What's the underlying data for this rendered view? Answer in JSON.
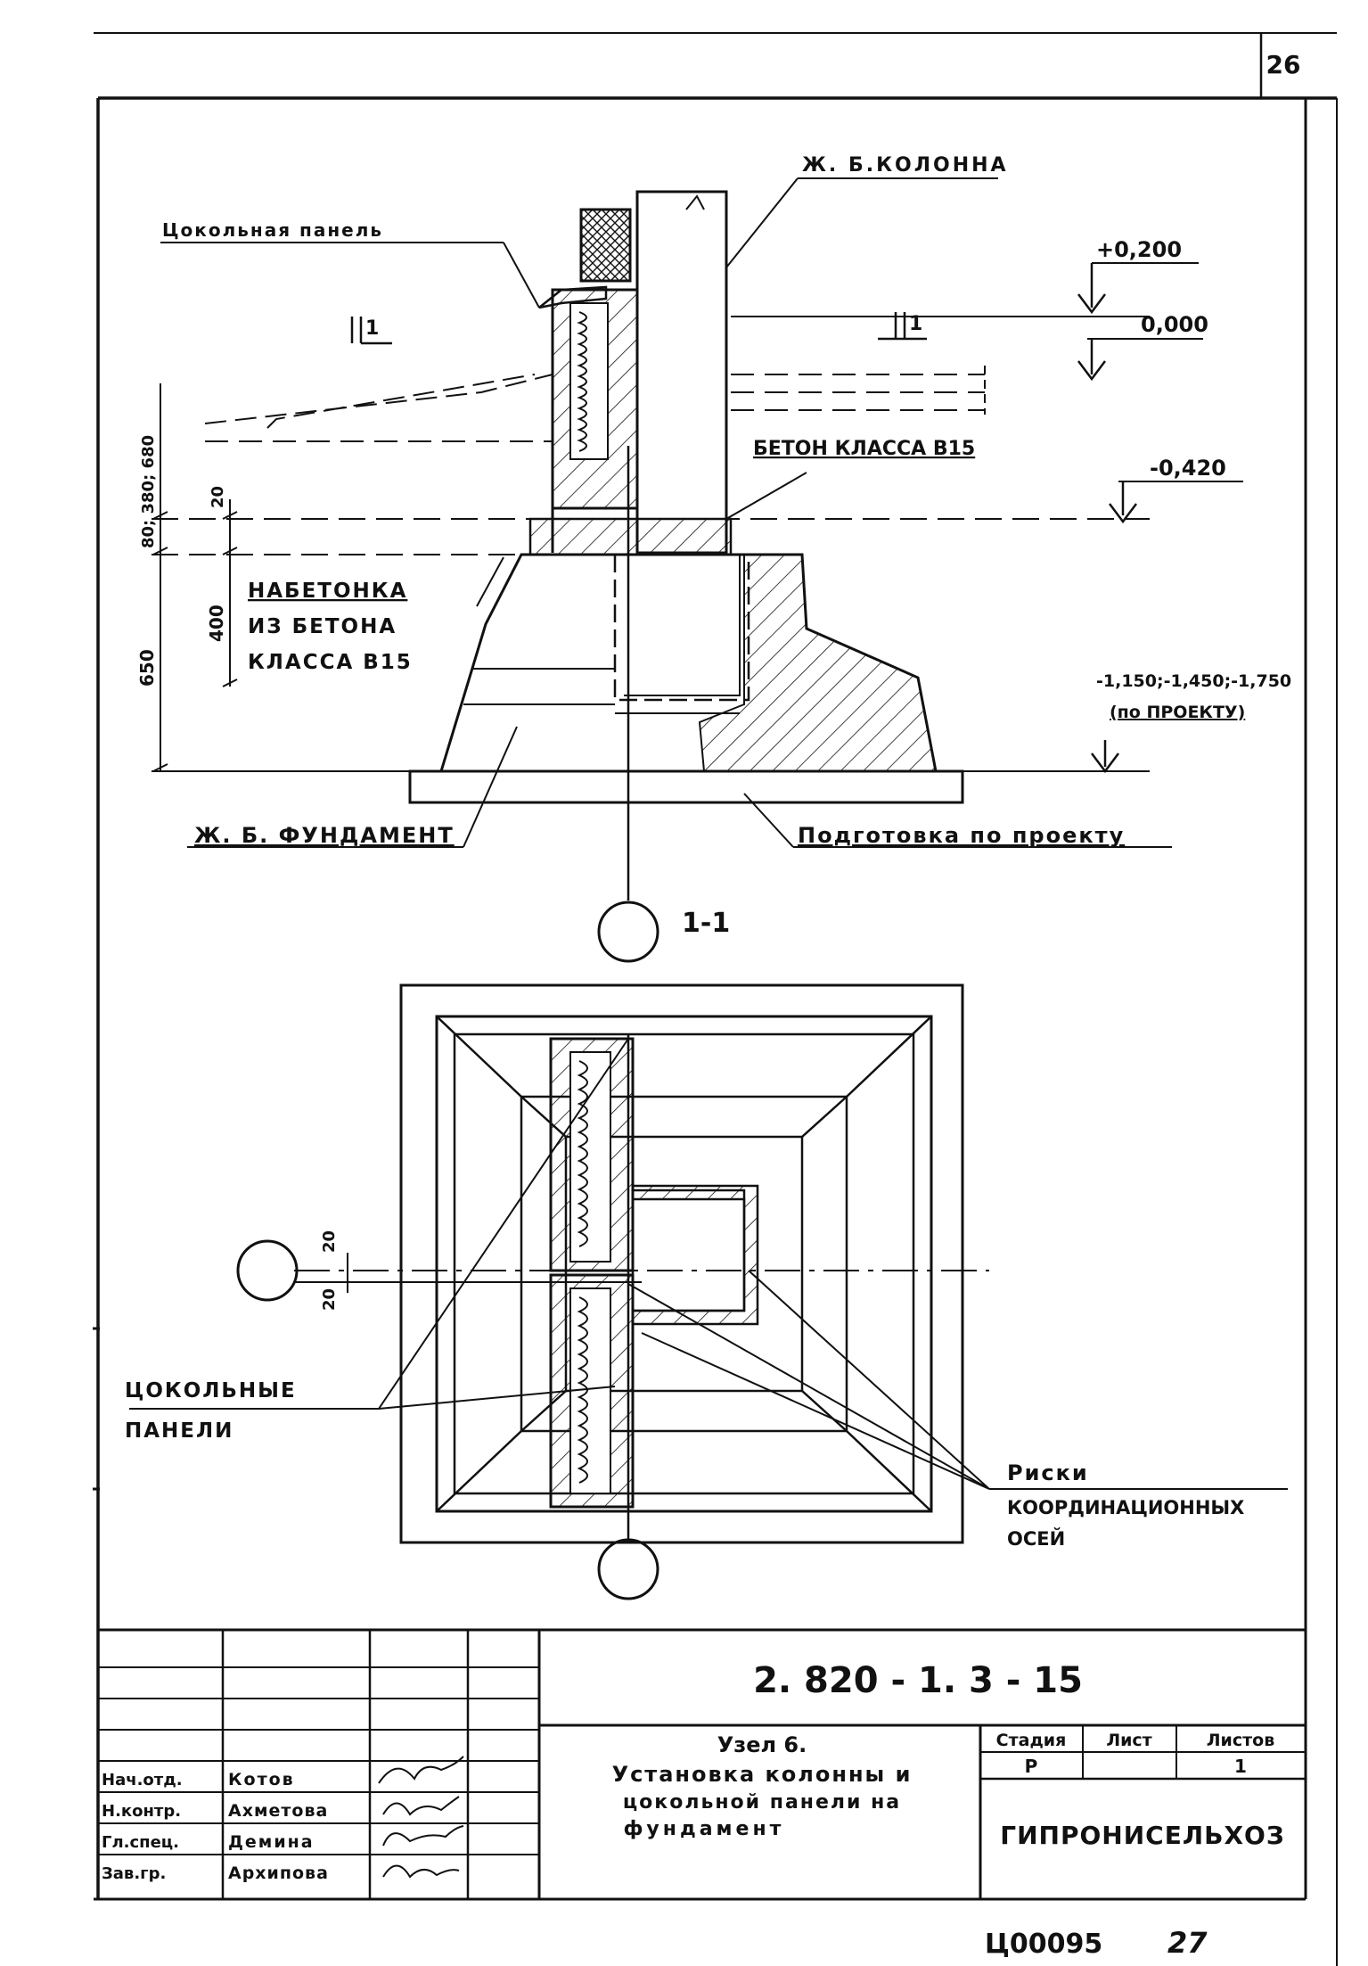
{
  "sheet_number": "26",
  "labels": {
    "column": "Ж. Б.КОЛОННА",
    "plinth_panel": "Цокольная панель",
    "section_marker_1a": "1",
    "section_marker_1b": "1",
    "elev_plus_0200": "+0,200",
    "elev_0000": "0,000",
    "concrete_class": "БЕТОН КЛАССА В15",
    "elev_minus_0420": "-0,420",
    "naber_line1": "НАБЕТОНКА",
    "naber_line2": "ИЗ БЕТОНА",
    "naber_line3": "КЛАССА В15",
    "elev_foundation_base": "-1,150;-1,450;-1,750",
    "by_project": "(по ПРОЕКТУ)",
    "foundation": "Ж. Б. ФУНДАМЕНТ",
    "preparation": "Подготовка по проекту",
    "section_title": "1-1",
    "plinth_panels_line1": "ЦОКОЛЬНЫЕ",
    "plinth_panels_line2": "ПАНЕЛИ",
    "risks_line1": "Риски",
    "risks_line2": "КООРДИНАЦИОННЫХ",
    "risks_line3": "ОСЕЙ"
  },
  "dimensions": {
    "dim_80_380_680": "80; 380; 680",
    "dim_20": "20",
    "dim_650": "650",
    "dim_400": "400",
    "plan_dim_top": "20",
    "plan_dim_bottom": "20"
  },
  "title_block": {
    "doc_code": "2. 820 - 1. 3 - 15",
    "title_line1": "Узел 6.",
    "title_line2": "Установка колонны и",
    "title_line3": "цокольной панели на",
    "title_line4": "фундамент",
    "stage_header": "Стадия",
    "sheet_header": "Лист",
    "sheets_header": "Листов",
    "stage_value": "Р",
    "sheet_value": "",
    "sheets_value": "1",
    "organization": "ГИПРОНИСЕЛЬХОЗ",
    "staff": [
      {
        "role": "Нач.отд.",
        "name": "Котов"
      },
      {
        "role": "Н.контр.",
        "name": "Ахметова"
      },
      {
        "role": "Гл.спец.",
        "name": "Демина"
      },
      {
        "role": "Зав.гр.",
        "name": "Архипова"
      }
    ]
  },
  "footer": {
    "inventory": "Ц00095",
    "page": "27"
  }
}
